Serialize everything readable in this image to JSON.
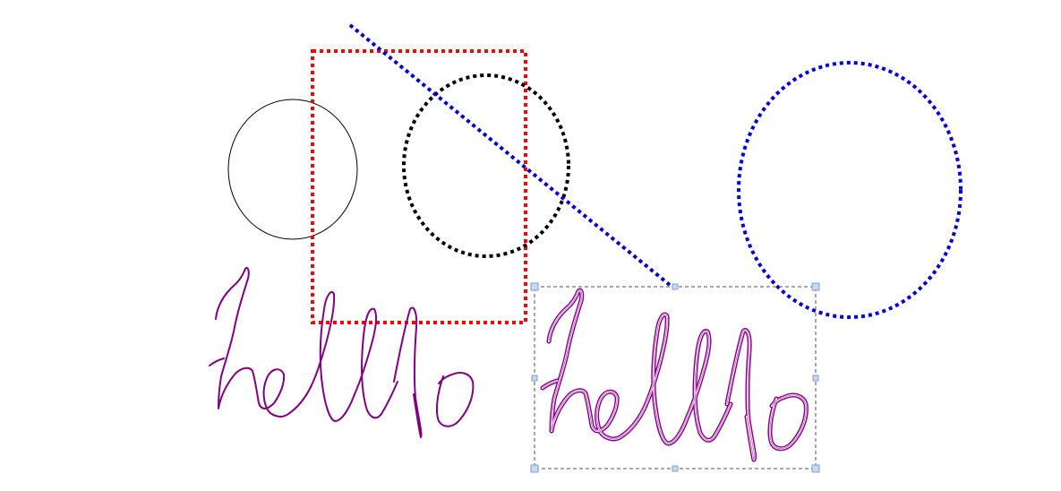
{
  "canvas": {
    "background": "#ffffff",
    "description_tool": "ink-canvas"
  },
  "colors": {
    "black": "#000000",
    "red": "#ff0000",
    "blue": "#0000dd",
    "purple": "#800080",
    "selection_outline": "#c060c0",
    "selection_border": "#555555",
    "handle_fill": "#c8d8f0",
    "handle_stroke": "#7f9fcf"
  },
  "strokes": [
    {
      "name": "thin-circle",
      "kind": "ellipse",
      "color": "black",
      "style": "solid"
    },
    {
      "name": "dotted-red-rectangle",
      "kind": "rectangle",
      "color": "red",
      "style": "dotted"
    },
    {
      "name": "dotted-black-circle",
      "kind": "ellipse",
      "color": "black",
      "style": "dotted"
    },
    {
      "name": "dotted-blue-line",
      "kind": "line",
      "color": "blue",
      "style": "dotted"
    },
    {
      "name": "dotted-blue-ellipse",
      "kind": "ellipse",
      "color": "blue",
      "style": "dotted"
    },
    {
      "name": "handwriting-hello",
      "kind": "ink",
      "color": "purple",
      "style": "solid"
    },
    {
      "name": "handwriting-hello-selected",
      "kind": "ink",
      "color": "purple",
      "style": "selected",
      "selected": true
    }
  ]
}
